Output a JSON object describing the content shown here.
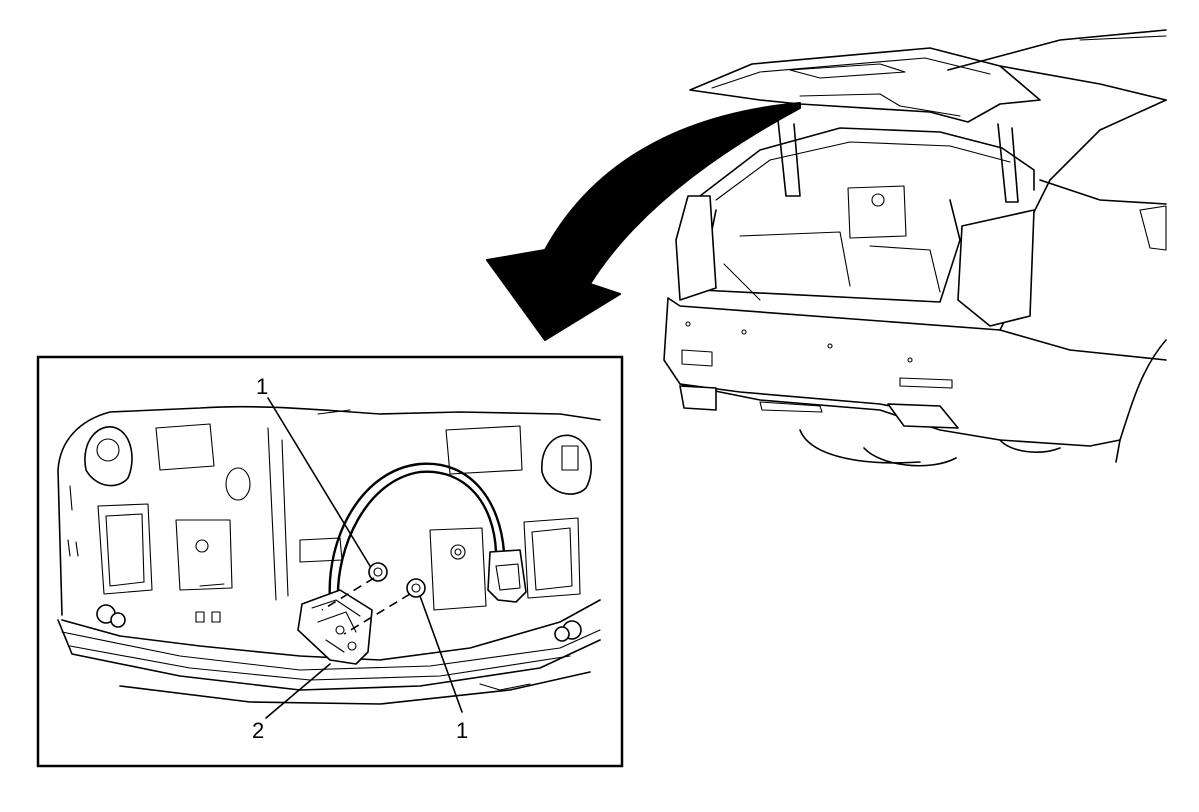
{
  "callouts": {
    "fastener_upper": "1",
    "fastener_lower": "1",
    "module": "2"
  }
}
